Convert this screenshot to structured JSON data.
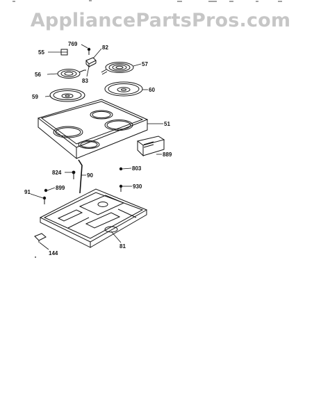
{
  "watermark": "AppliancePartsPros.com",
  "part_labels": {
    "p769": "769",
    "p55": "55",
    "p82": "82",
    "p57": "57",
    "p56": "56",
    "p83": "83",
    "p59": "59",
    "p60": "60",
    "p51": "51",
    "p889": "889",
    "p824": "824",
    "p90": "90",
    "p803": "803",
    "p91": "91",
    "p899": "899",
    "p930": "930",
    "p81": "81",
    "p144": "144"
  }
}
